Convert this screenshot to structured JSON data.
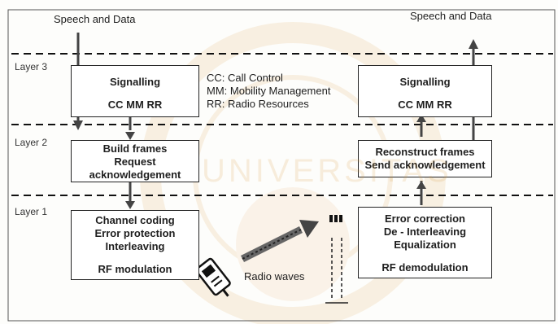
{
  "labels": {
    "speech_data_left": "Speech and Data",
    "speech_data_right": "Speech and Data",
    "layer3": "Layer 3",
    "layer2": "Layer 2",
    "layer1": "Layer 1",
    "radio_waves": "Radio waves"
  },
  "boxes": {
    "signalling_left": {
      "title": "Signalling",
      "sub": "CC  MM  RR"
    },
    "signalling_right": {
      "title": "Signalling",
      "sub": "CC  MM  RR"
    },
    "build_frames": {
      "line1": "Build frames",
      "line2": "Request",
      "line3": "acknowledgement"
    },
    "reconstruct_frames": {
      "line1": "Reconstruct frames",
      "line2": "Send acknowledgement"
    },
    "channel_coding": {
      "line1": "Channel coding",
      "line2": "Error protection",
      "line3": "Interleaving",
      "line4": "RF modulation"
    },
    "error_correction": {
      "line1": "Error correction",
      "line2": "De - Interleaving",
      "line3": "Equalization",
      "line4": "RF demodulation"
    }
  },
  "legend": {
    "cc": "CC: Call Control",
    "mm": "MM: Mobility Management",
    "rr": "RR: Radio Resources"
  },
  "watermark": "UNIVERSITAS"
}
